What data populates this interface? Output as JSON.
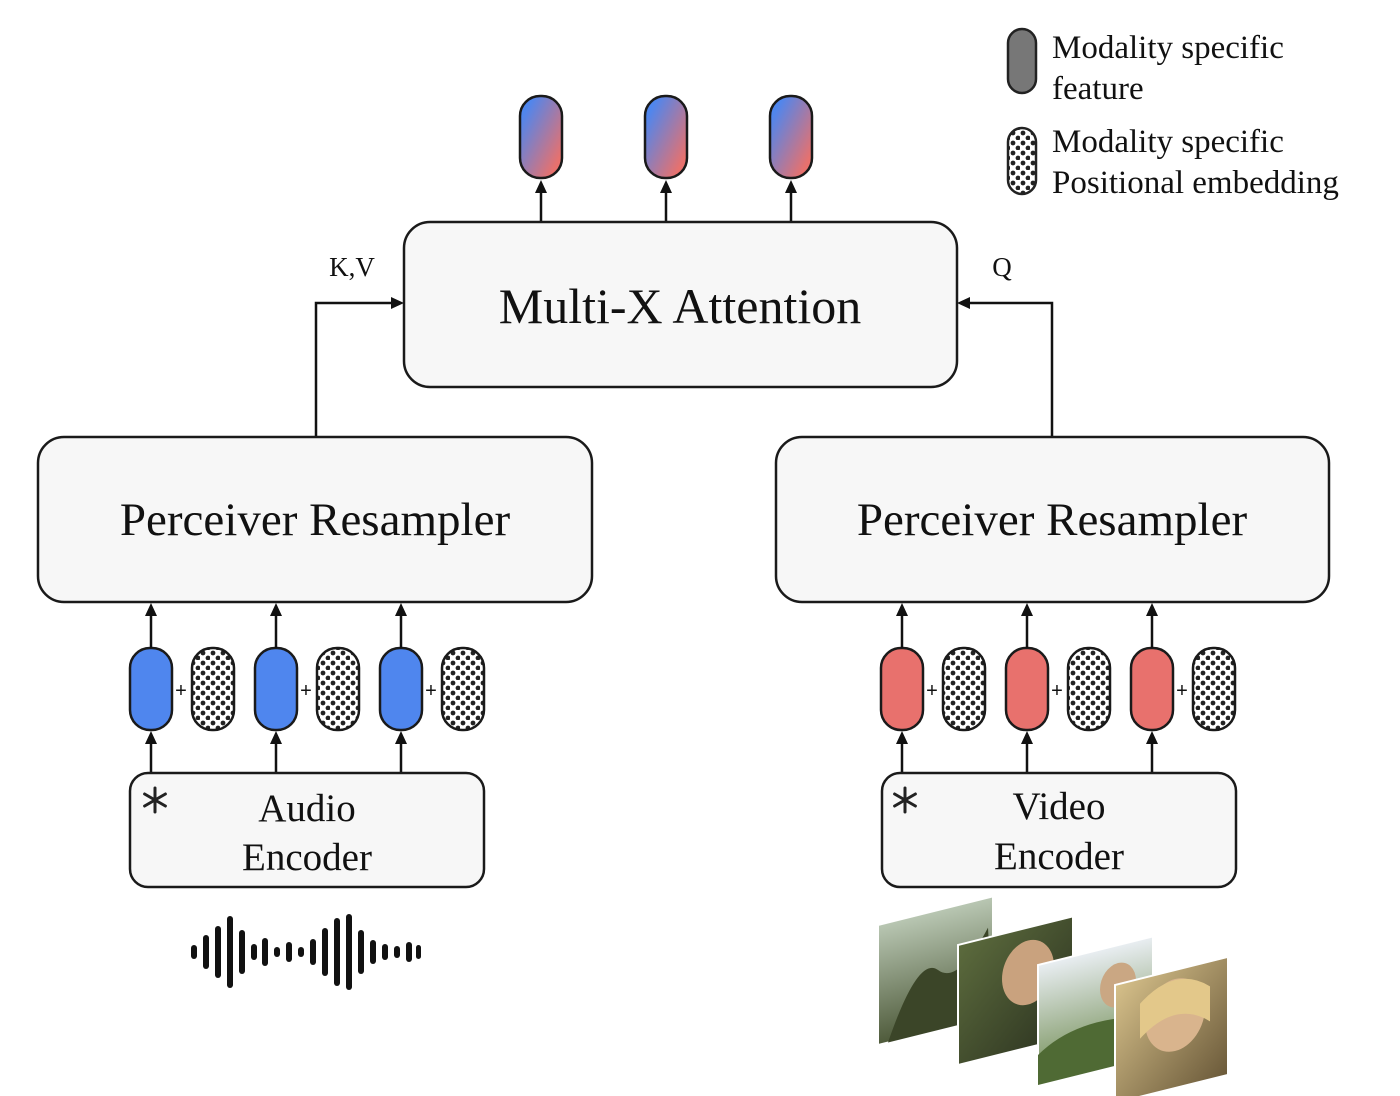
{
  "legend": {
    "feature_label_line1": "Modality specific",
    "feature_label_line2": "feature",
    "pos_label_line1": "Modality specific",
    "pos_label_line2": "Positional embedding"
  },
  "attention": {
    "title": "Multi-X Attention",
    "kv_label": "K,V",
    "q_label": "Q"
  },
  "audio_branch": {
    "resampler_label": "Perceiver Resampler",
    "encoder_line1": "Audio",
    "encoder_line2": "Encoder",
    "frozen_icon": "snowflake-icon",
    "token_color": "#4f86ee"
  },
  "video_branch": {
    "resampler_label": "Perceiver Resampler",
    "encoder_line1": "Video",
    "encoder_line2": "Encoder",
    "frozen_icon": "snowflake-icon",
    "token_color": "#e8716d"
  },
  "token_operator": "+",
  "output_token_gradient": [
    "#4f86ee",
    "#e8716d"
  ]
}
